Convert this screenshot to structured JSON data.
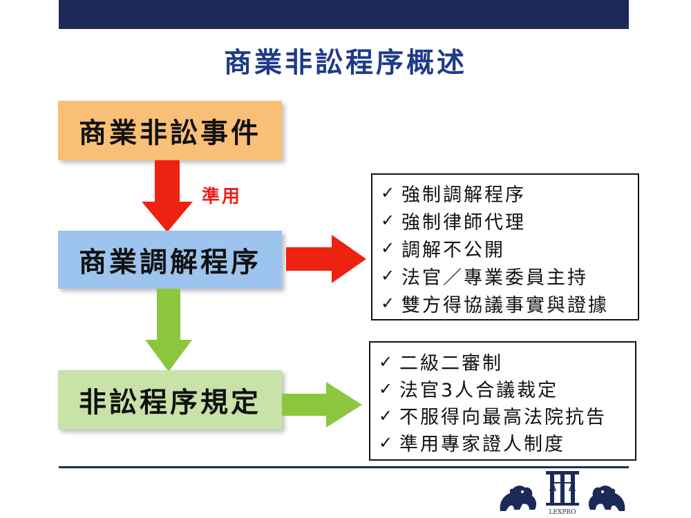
{
  "title": "商業非訟程序概述",
  "boxes": {
    "nonlitigation_event": "商業非訟事件",
    "mediation_procedure": "商業調解程序",
    "nonlitigation_rules": "非訟程序規定"
  },
  "apply_label": "準用",
  "mediation_features": [
    "強制調解程序",
    "強制律師代理",
    "調解不公開",
    "法官／專業委員主持",
    "雙方得協議事實與證據"
  ],
  "nonlitigation_features": [
    "二級二審制",
    "法官3人合議裁定",
    "不服得向最高法院抗告",
    "準用專家證人制度"
  ],
  "check_glyph": "✓",
  "logo_text": "LEXPRO",
  "colors": {
    "header_bar": "#1b2a57",
    "title": "#1f3a8a",
    "box_orange": "#f9bf76",
    "box_blue": "#9cc4ee",
    "box_green": "#c8e2a8",
    "arrow_red": "#ee2211",
    "arrow_green": "#8cc63f"
  },
  "icons": {
    "check": "check-icon",
    "logo": "lexpro-logo-icon"
  }
}
